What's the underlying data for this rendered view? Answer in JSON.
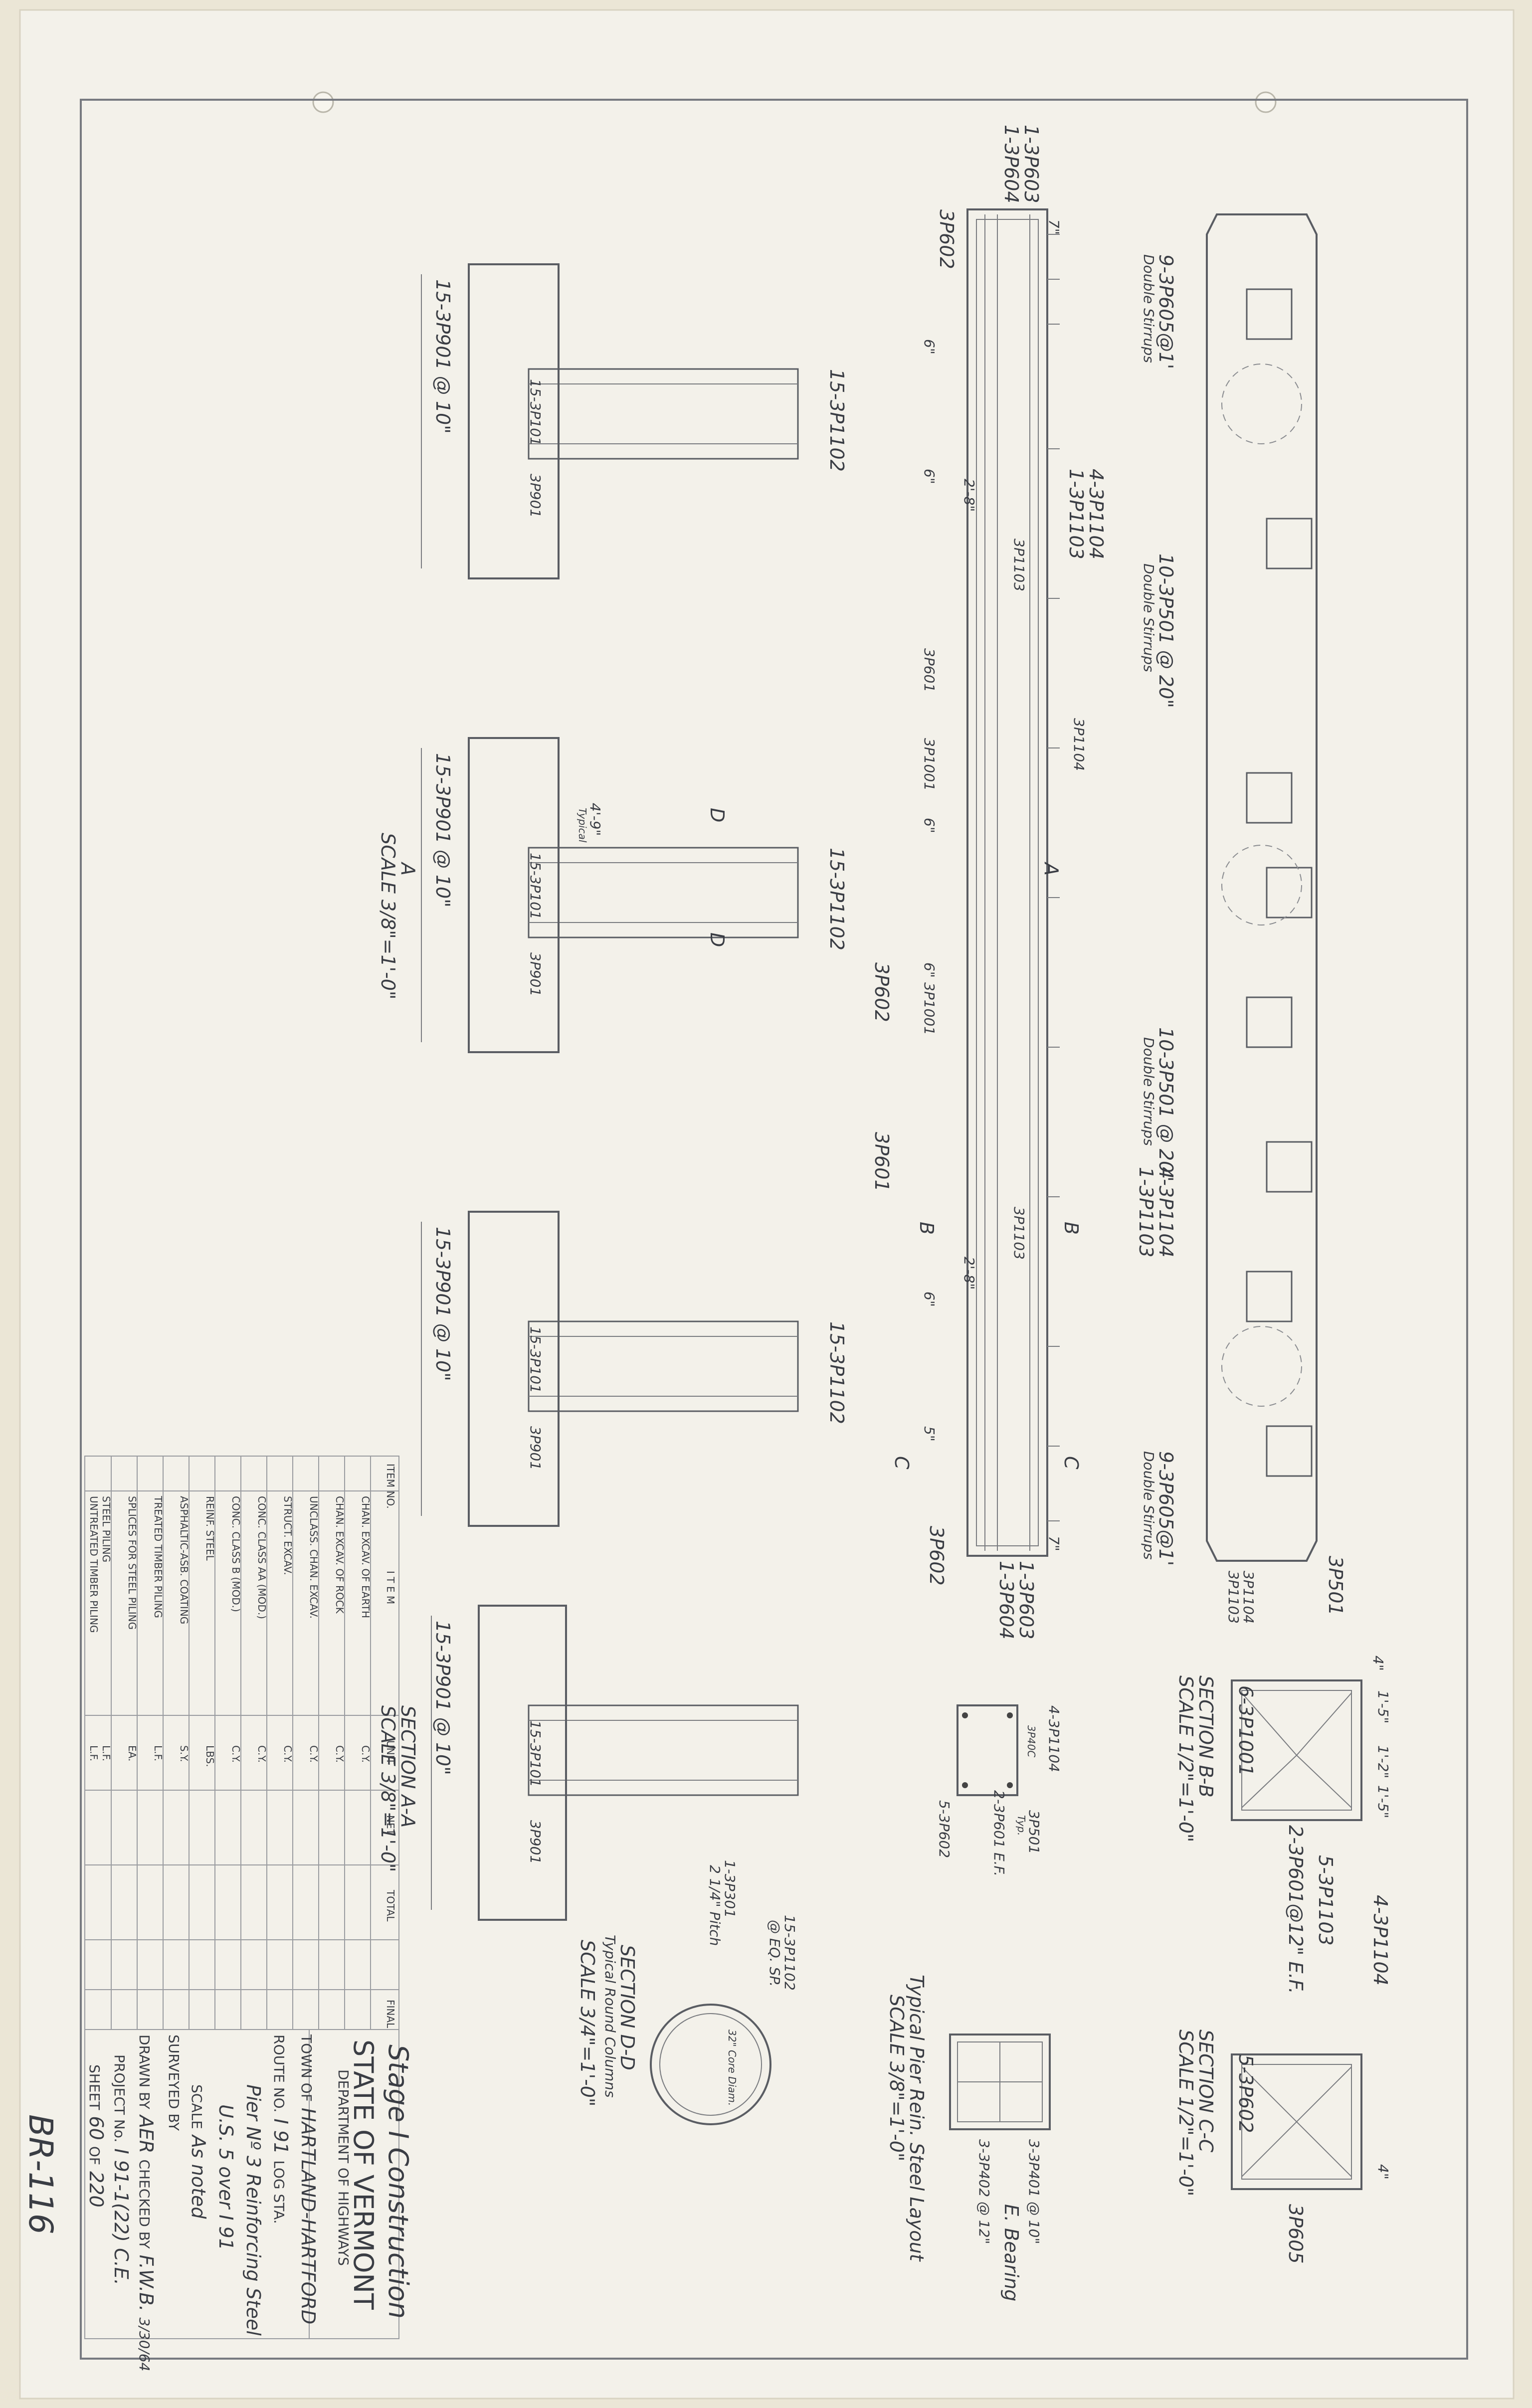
{
  "sheet_code": "BR-116",
  "stage_title": "Stage I Construction",
  "title_block": {
    "state": "STATE OF VERMONT",
    "department": "DEPARTMENT OF HIGHWAYS",
    "town_label": "TOWN OF",
    "town": "HARTLAND-HARTFORD",
    "route_label": "ROUTE NO.",
    "route": "I 91",
    "log_label": "LOG STA.",
    "title_line1": "Pier Nº 3 Reinforcing Steel",
    "title_line2": "U.S. 5 over I 91",
    "scale_label": "SCALE",
    "scale": "As noted",
    "surveyed_label": "SURVEYED BY",
    "drawn_label": "DRAWN BY",
    "drawn_by": "AER",
    "checked_label": "CHECKED BY",
    "checked_by": "F.W.B.",
    "date": "3/30/64",
    "project_label": "PROJECT No.",
    "project": "I 91-1(22) C.E.",
    "sheet_label": "SHEET",
    "sheet_no": "60",
    "sheet_of": "OF",
    "sheet_total": "220"
  },
  "quantities": {
    "headers": [
      "ITEM NO.",
      "I T E M",
      "UNIT",
      "NET",
      "TOTAL",
      "FINAL"
    ],
    "rows": [
      {
        "item": "CHAN. EXCAV. OF EARTH",
        "unit": "C.Y."
      },
      {
        "item": "CHAN. EXCAV. OF ROCK",
        "unit": "C.Y."
      },
      {
        "item": "UNCLASS. CHAN. EXCAV.",
        "unit": "C.Y."
      },
      {
        "item": "STRUCT. EXCAV.",
        "unit": "C.Y."
      },
      {
        "item": "CONC. CLASS AA (MOD.)",
        "unit": "C.Y."
      },
      {
        "item": "CONC. CLASS B (MOD.)",
        "unit": "C.Y."
      },
      {
        "item": "REINF. STEEL",
        "unit": "LBS."
      },
      {
        "item": "ASPHALTIC-ASB. COATING",
        "unit": "S.Y."
      },
      {
        "item": "TREATED TIMBER PILING",
        "unit": "L.F."
      },
      {
        "item": "SPLICES FOR STEEL PILING",
        "unit": "EA."
      },
      {
        "item": "STEEL PILING",
        "unit": "L.F."
      },
      {
        "item": "UNTREATED TIMBER PILING",
        "unit": "L.F."
      }
    ]
  },
  "labels": {
    "cap_top": [
      "1-3P603",
      "1-3P604"
    ],
    "cap_bottom": [
      "1-3P603",
      "1-3P604"
    ],
    "stirrups_end": "9-3P605@1'",
    "double_stirrups": "Double Stirrups",
    "stirrups_mid": "10-3P501 @ 20\"",
    "top_bars": [
      "4-3P1104",
      "1-3P1103"
    ],
    "col_bars": "15-3P1102",
    "p3p602": "3P602",
    "p3p601": "3P601",
    "p3p1103": "3P1103",
    "p3p1104": "3P1104",
    "p3p1001": "3P1001",
    "p3p501": "3P501",
    "dim_6": "6\"",
    "dim_5": "5\"",
    "dim_7": "7\"",
    "dim_2_8": "2'-8\"",
    "dim_4_9": "4'-9\"",
    "typical": "Typical",
    "footing_bars": "15-3P901 @ 10\"",
    "footing_col": "15-3P101",
    "footing_dowel": "3P901",
    "sec_a": "A",
    "sec_b": "B",
    "sec_c": "C",
    "sec_d": "D",
    "sec_label_a": "SECTION A-A",
    "sec_scale_a": "SCALE 3/8\"=1'-0\"",
    "plan_marker": "A",
    "plan_scale": "SCALE 3/8\"=1'-0\"",
    "sec_bb": "SECTION B-B",
    "sec_bb_scale": "SCALE 1/2\"=1'-0\"",
    "sec_cc": "SECTION C-C",
    "sec_cc_scale": "SCALE 1/2\"=1'-0\"",
    "sec_dd": "SECTION D-D",
    "sec_dd_sub": "Typical Round Columns",
    "sec_dd_scale": "SCALE 3/4\"=1'-0\"",
    "layout_title": "Typical Pier Rein. Steel Layout",
    "layout_scale": "SCALE 3/8\"=1'-0\"",
    "bb_left": "6-3P1001",
    "bb_mid": "5-3P1103",
    "bb_ties": "2-3P601@12\" E.F.",
    "bb_top": "4-3P1104",
    "bb_501": "3P501",
    "cc_left": "5-3P602",
    "cc_right": "3P605",
    "dd_spiral": "1-3P301",
    "dd_pitch": "2 1/4\" Pitch",
    "dd_bars": "15-3P1102",
    "dd_eq": "@ EQ. SP.",
    "dd_core": "32\" Core Diam.",
    "aa_right": "4-3P1104",
    "aa_501": "3P501",
    "aa_typ": "Typ.",
    "aa_ties": "2-3P601 E.F.",
    "aa_602": "5-3P602",
    "aa_40c": "3P40C",
    "lay_a": "3-3P401 @ 10\"",
    "lay_b": "3-3P402 @ 12\"",
    "lay_c": "E. Bearing",
    "dims_bb": [
      "1'-5\"",
      "1'-2\"",
      "1'-5\""
    ],
    "dim_4": "4\""
  }
}
